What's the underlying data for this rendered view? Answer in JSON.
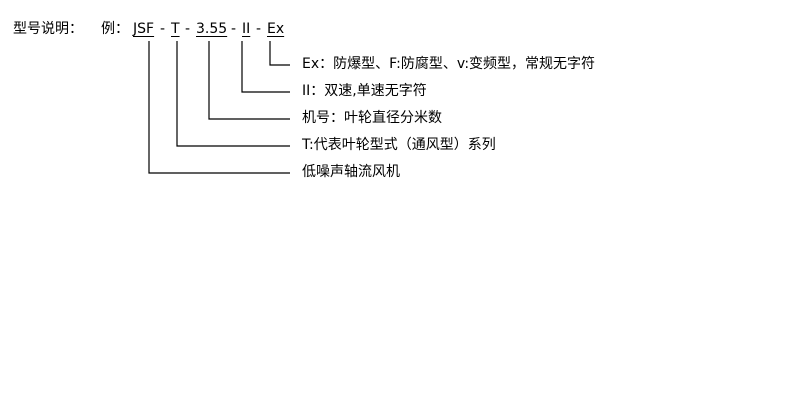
{
  "header": {
    "label": "型号说明：",
    "example_prefix": "例：",
    "code": {
      "series": "JSF",
      "type": "T",
      "size": "3.55",
      "speed": "II",
      "protection": "Ex",
      "separator": "-"
    }
  },
  "explanations": {
    "protection": "Ex：防爆型、F:防腐型、v:变频型，常规无字符",
    "speed": "II：双速,单速无字符",
    "size": "机号：叶轮直径分米数",
    "type": "T:代表叶轮型式（通风型）系列",
    "series": "低噪声轴流风机"
  }
}
